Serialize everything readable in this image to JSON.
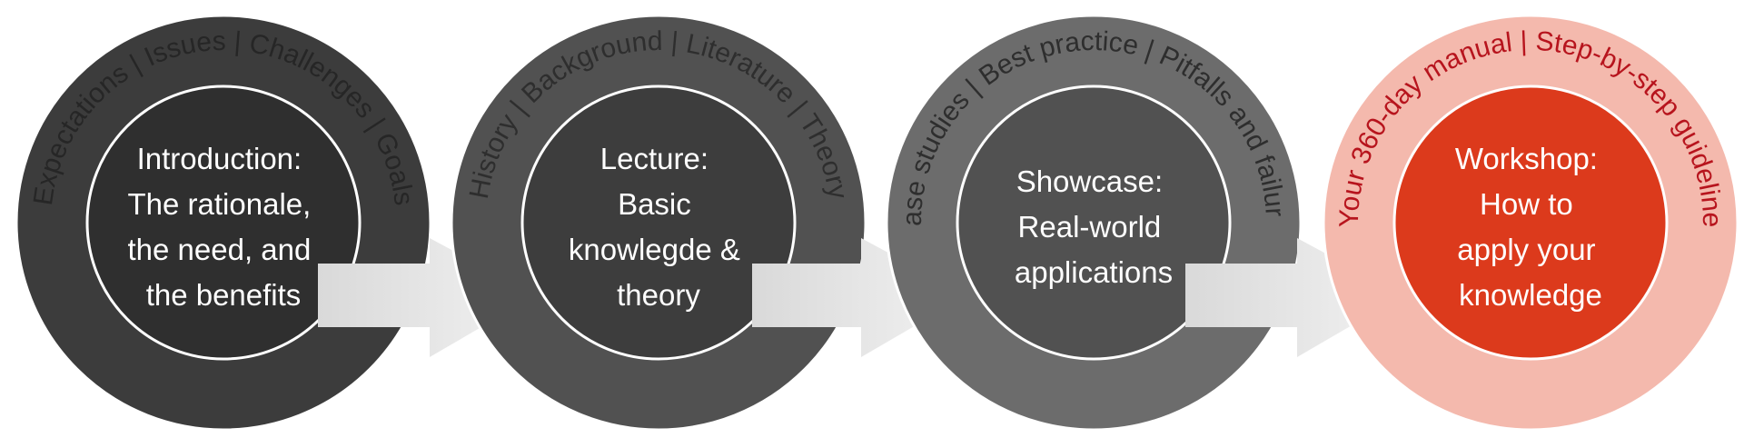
{
  "steps": [
    {
      "title_lines": [
        "Introduction:",
        "The rationale,",
        "the need, and",
        "the benefits"
      ],
      "ring_text": "Expectations | Issues | Challenges | Goals",
      "colors": {
        "outer": "#3c3c3c",
        "inner": "#2f2f2f",
        "ring_text": "#262626"
      }
    },
    {
      "title_lines": [
        "Lecture:",
        "Basic",
        "knowlegde &",
        "theory"
      ],
      "ring_text": "History | Background | Literature | Theory",
      "colors": {
        "outer": "#515151",
        "inner": "#3d3d3d",
        "ring_text": "#2e2e2e"
      }
    },
    {
      "title_lines": [
        "Showcase:",
        "Real-world",
        "applications"
      ],
      "ring_text": "Case studies | Best practice | Pitfalls and failures",
      "colors": {
        "outer": "#6c6c6c",
        "inner": "#515151",
        "ring_text": "#2e2e2e"
      }
    },
    {
      "title_lines": [
        "Workshop:",
        "How to",
        "apply your",
        "knowledge"
      ],
      "ring_text": "Your 360-day manual | Step-by-step guideline",
      "colors": {
        "outer": "#f4b9ad",
        "inner": "#dc3a1c",
        "ring_text": "#b7141d"
      }
    }
  ],
  "colors": {
    "arrow": "#e8e8e8",
    "ring_border": "#ffffff"
  }
}
